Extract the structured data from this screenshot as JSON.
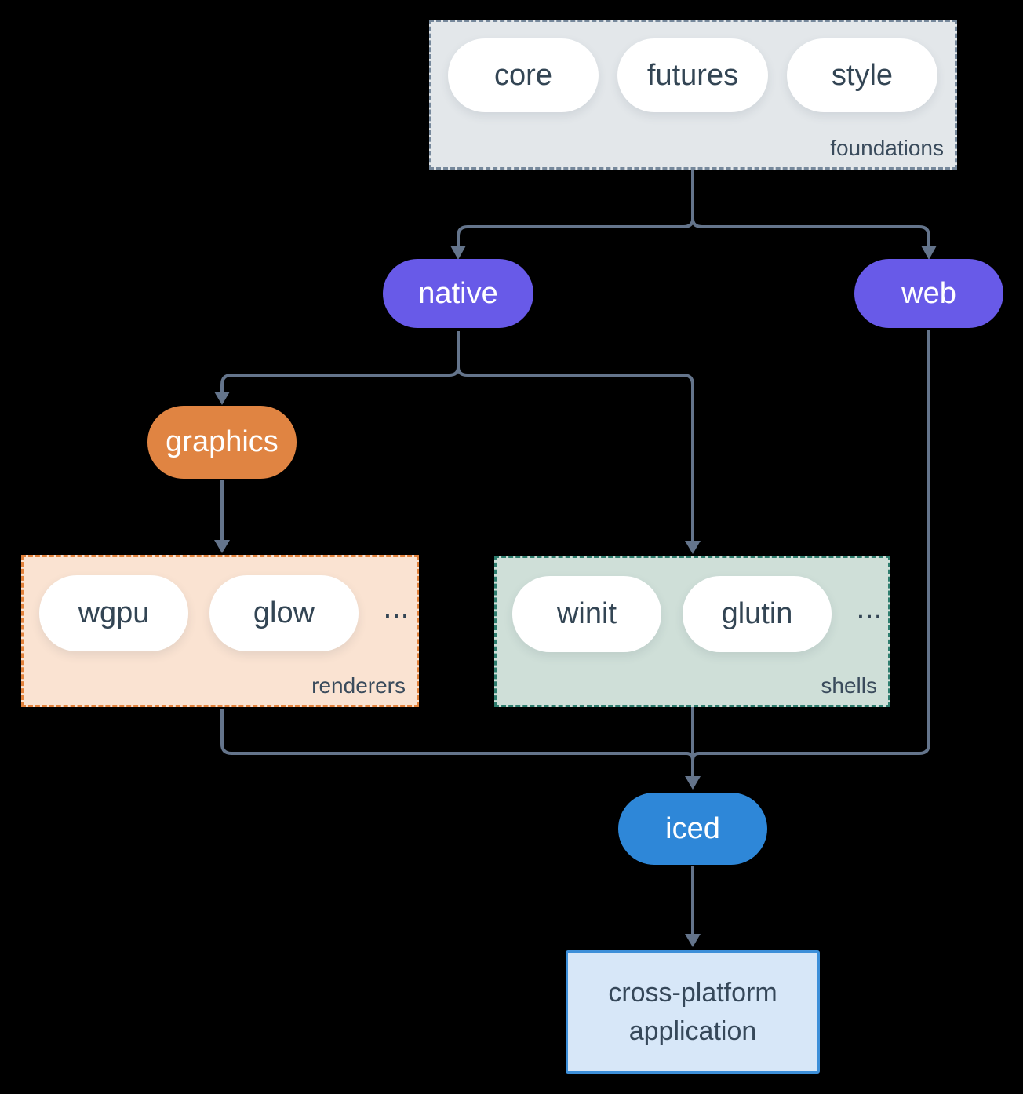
{
  "diagram": {
    "foundations": {
      "label": "foundations",
      "pills": [
        "core",
        "futures",
        "style"
      ]
    },
    "native": {
      "label": "native"
    },
    "web": {
      "label": "web"
    },
    "graphics": {
      "label": "graphics"
    },
    "renderers": {
      "label": "renderers",
      "pills": [
        "wgpu",
        "glow"
      ],
      "ellipsis": "..."
    },
    "shells": {
      "label": "shells",
      "pills": [
        "winit",
        "glutin"
      ],
      "ellipsis": "..."
    },
    "iced": {
      "label": "iced"
    },
    "application": {
      "line1": "cross-platform",
      "line2": "application"
    },
    "colors": {
      "background": "#000000",
      "connector": "#64748b",
      "foundations_fill": "#e3e7ea",
      "foundations_border": "#76889b",
      "native_web_fill": "#685ae8",
      "graphics_fill": "#e08442",
      "renderers_fill": "#fae3d2",
      "renderers_border": "#e2823c",
      "shells_fill": "#cfdfd8",
      "shells_border": "#2e7d6e",
      "iced_fill": "#2e87d8",
      "application_fill": "#d7e7f8",
      "application_border": "#3d8fd9",
      "pill_text": "#334554"
    }
  }
}
